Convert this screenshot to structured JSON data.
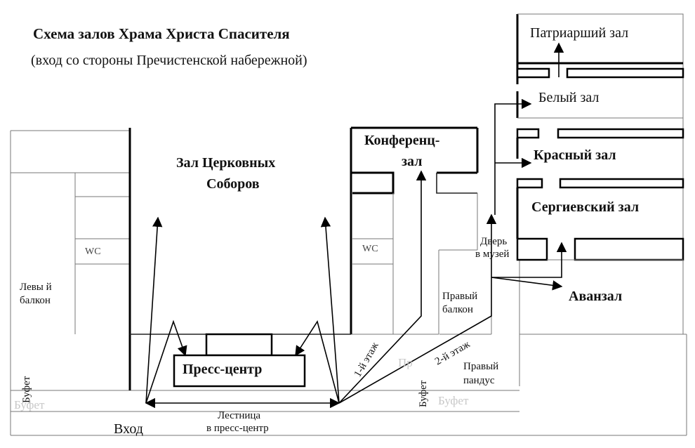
{
  "title": "Схема залов Храма Христа Спасителя",
  "subtitle": "(вход со стороны Пречистенской набережной)",
  "halls": {
    "patriarch": "Патриарший зал",
    "white": "Белый зал",
    "red": "Красный зал",
    "sergiev": "Сергиевский зал",
    "avanzal": "Аванзал",
    "conf_line1": "Конференц-",
    "conf_line2": "зал",
    "sobor_line1": "Зал Церковных",
    "sobor_line2": "Соборов",
    "press": "Пресс-центр"
  },
  "labels": {
    "wc_left": "WC",
    "wc_right": "WC",
    "left_balcony_1": "Левы й",
    "left_balcony_2": "балкон",
    "right_balcony_1": "Правый",
    "right_balcony_2": "балкон",
    "museum_door_1": "Дверь",
    "museum_door_2": "в музей",
    "right_ramp_1": "Правый",
    "right_ramp_2": "пандус",
    "floor1": "1-й этаж",
    "floor2": "2-й этаж",
    "stairs_1": "Лестница",
    "stairs_2": "в пресс-центр",
    "entrance": "Вход",
    "buffet_left_vertical": "Буфет",
    "buffet_left_faint": "Буфет",
    "buffet_mid_vertical": "Буфет",
    "buffet_mid_faint": "Буфет",
    "press_faint": "Пр"
  }
}
